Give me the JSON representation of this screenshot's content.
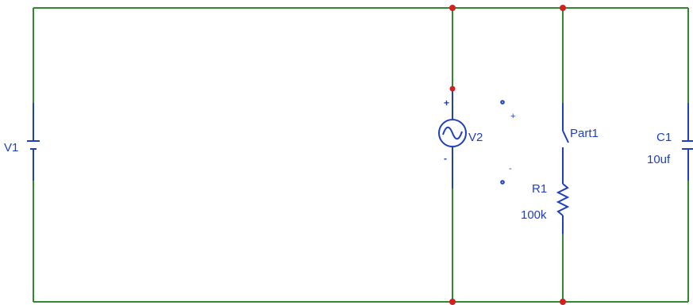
{
  "components": {
    "v1": {
      "name": "V1"
    },
    "v2": {
      "name": "V2",
      "plus": "+",
      "minus": "-"
    },
    "switch": {
      "name": "Part1",
      "plus": "+",
      "minus": "-"
    },
    "r1": {
      "name": "R1",
      "value": "100k"
    },
    "c1": {
      "name": "C1",
      "value": "10uf"
    }
  },
  "colors": {
    "wire": "#2f8a2f",
    "component": "#1f3fbf",
    "node": "#d42020",
    "background": "#ffffff"
  }
}
